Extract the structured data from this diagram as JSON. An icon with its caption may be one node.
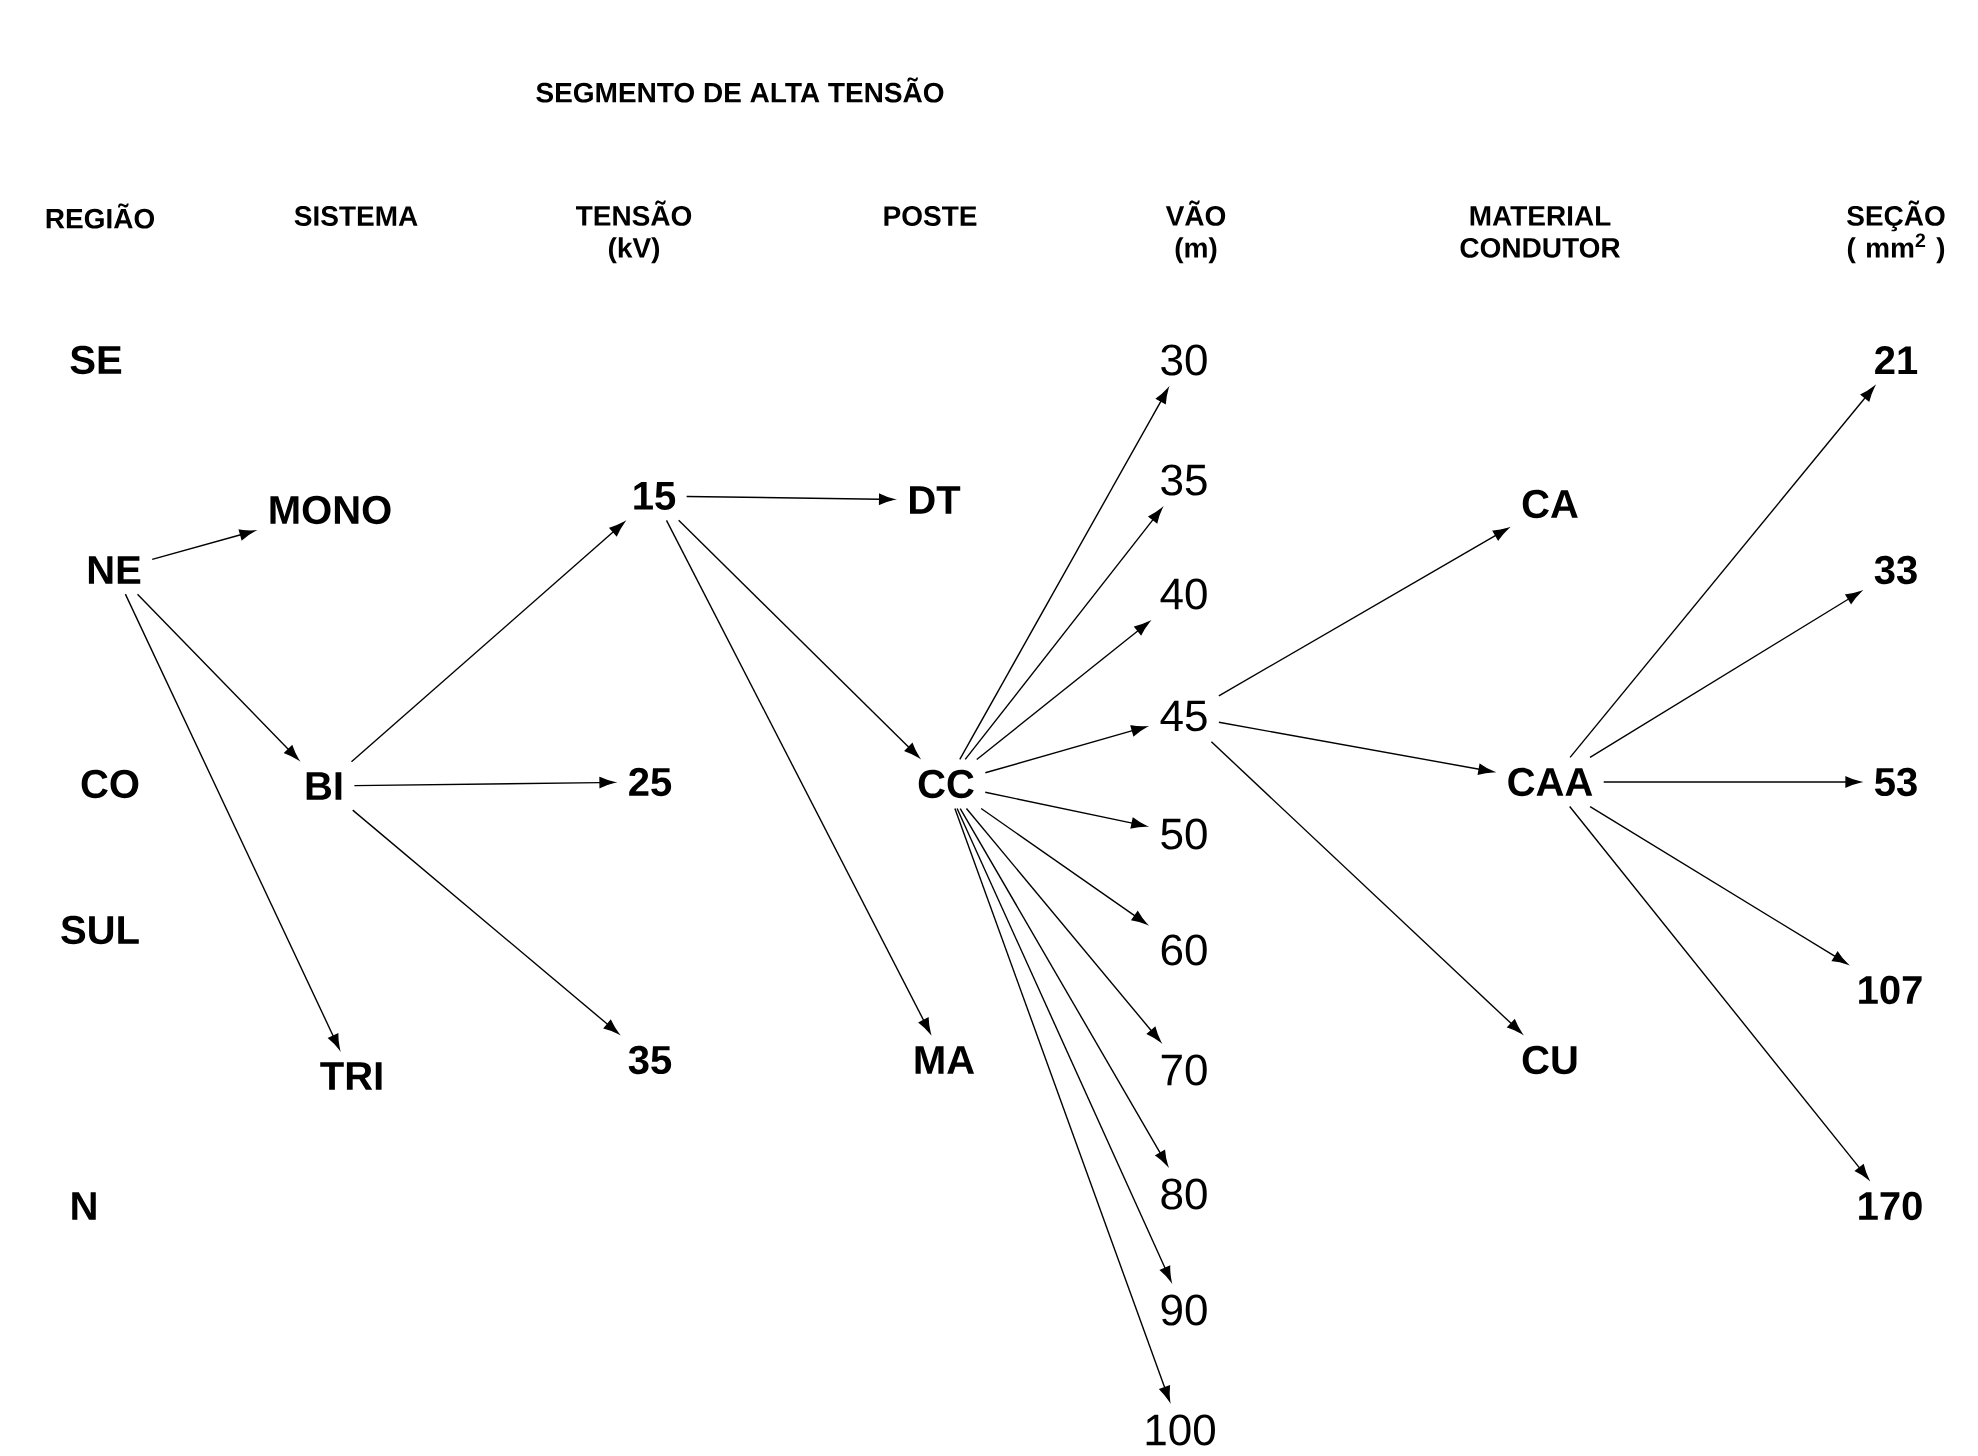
{
  "diagram": {
    "title": "SEGMENTO DE ALTA TENSÃO",
    "nodes": [
      {
        "text": [
          "NE"
        ]
      },
      {
        "text": [
          "MONO"
        ]
      },
      {
        "text": [
          "BI"
        ]
      },
      {
        "text": [
          "TRI"
        ]
      },
      {
        "text": [
          "15"
        ]
      },
      {
        "text": [
          "25"
        ]
      },
      {
        "text": [
          "35"
        ]
      },
      {
        "text": [
          "DT"
        ]
      },
      {
        "text": [
          "CC"
        ]
      },
      {
        "text": [
          "MA"
        ]
      },
      {
        "text": [
          "30"
        ]
      },
      {
        "text": [
          "35"
        ]
      },
      {
        "text": [
          "40"
        ]
      },
      {
        "text": [
          "45"
        ]
      },
      {
        "text": [
          "50"
        ]
      },
      {
        "text": [
          "60"
        ]
      },
      {
        "text": [
          "70"
        ]
      },
      {
        "text": [
          "80"
        ]
      },
      {
        "text": [
          "90"
        ]
      },
      {
        "text": [
          "100"
        ]
      },
      {
        "text": [
          "CA"
        ]
      },
      {
        "text": [
          "CAA"
        ]
      },
      {
        "text": [
          "CU"
        ]
      },
      {
        "text": [
          "21"
        ]
      },
      {
        "text": [
          "33"
        ]
      },
      {
        "text": [
          "53"
        ]
      },
      {
        "text": [
          "107"
        ]
      },
      {
        "text": [
          "170"
        ]
      }
    ],
    "edges": [
      {
        "from": 0,
        "to": 1,
        "arrow": "to"
      },
      {
        "from": 0,
        "to": 2,
        "arrow": "to"
      },
      {
        "from": 0,
        "to": 3,
        "arrow": "to"
      },
      {
        "from": 2,
        "to": 4,
        "arrow": "to"
      },
      {
        "from": 2,
        "to": 5,
        "arrow": "to"
      },
      {
        "from": 2,
        "to": 6,
        "arrow": "to"
      },
      {
        "from": 4,
        "to": 7,
        "arrow": "to"
      },
      {
        "from": 4,
        "to": 8,
        "arrow": "to"
      },
      {
        "from": 4,
        "to": 9,
        "arrow": "to"
      },
      {
        "from": 8,
        "to": 10,
        "arrow": "to"
      },
      {
        "from": 8,
        "to": 11,
        "arrow": "to"
      },
      {
        "from": 8,
        "to": 12,
        "arrow": "to"
      },
      {
        "from": 8,
        "to": 13,
        "arrow": "to"
      },
      {
        "from": 8,
        "to": 14,
        "arrow": "to"
      },
      {
        "from": 8,
        "to": 15,
        "arrow": "to"
      },
      {
        "from": 8,
        "to": 16,
        "arrow": "to"
      },
      {
        "from": 8,
        "to": 17,
        "arrow": "to"
      },
      {
        "from": 8,
        "to": 18,
        "arrow": "to"
      },
      {
        "from": 8,
        "to": 19,
        "arrow": "to"
      },
      {
        "from": 13,
        "to": 20,
        "arrow": "to"
      },
      {
        "from": 13,
        "to": 21,
        "arrow": "to"
      },
      {
        "from": 13,
        "to": 22,
        "arrow": "to"
      },
      {
        "from": 21,
        "to": 23,
        "arrow": "to"
      },
      {
        "from": 21,
        "to": 24,
        "arrow": "to"
      },
      {
        "from": 21,
        "to": 25,
        "arrow": "to"
      },
      {
        "from": 21,
        "to": 26,
        "arrow": "to"
      },
      {
        "from": 21,
        "to": 27,
        "arrow": "to"
      }
    ],
    "labels": [
      "REGIÃO",
      "SISTEMA",
      "TENSÃO (kV)",
      "POSTE",
      "VÃO (m)",
      "MATERIAL CONDUTOR",
      "SEÇÃO ( mm$^{2}$ )",
      "SE",
      "CO",
      "SUL",
      "N"
    ]
  }
}
